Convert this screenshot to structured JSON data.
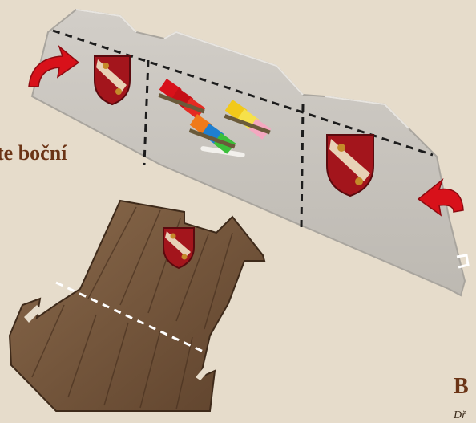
{
  "labels": {
    "side_caption": "te boční",
    "corner_heading": "B",
    "corner_subtext": "Dř"
  },
  "colors": {
    "background": "#e6dccb",
    "panel": "#c9c5be",
    "panel_edge": "#a9a59e",
    "fold_line": "#1c1c1c",
    "wood": "#7a5a3e",
    "wood_dark": "#5a3e28",
    "arrow": "#d8111a",
    "crest_red": "#a3151c",
    "crest_cream": "#f0e6c8",
    "caption": "#6b3416"
  },
  "icons": [
    "fold-arrow-icon",
    "coat-of-arms-icon",
    "ship-flag-icon"
  ]
}
